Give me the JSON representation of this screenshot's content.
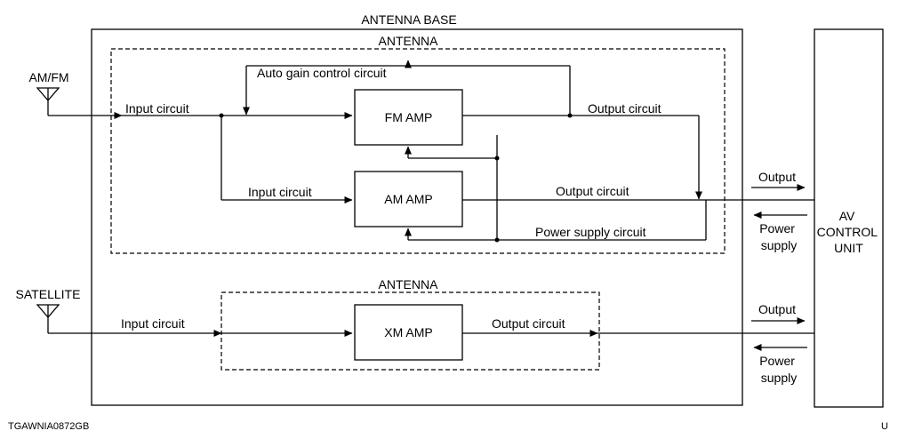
{
  "titles": {
    "antenna_base": "ANTENNA BASE",
    "antenna_top": "ANTENNA",
    "antenna_bottom": "ANTENNA"
  },
  "inputs": {
    "am_fm": "AM/FM",
    "satellite": "SATELLITE"
  },
  "blocks": {
    "fm_amp": "FM AMP",
    "am_amp": "AM AMP",
    "xm_amp": "XM AMP",
    "av_control_unit": [
      "AV",
      "CONTROL",
      "UNIT"
    ]
  },
  "labels": {
    "input_circuit_main": "Input circuit",
    "input_circuit_am": "Input circuit",
    "input_circuit_xm": "Input circuit",
    "auto_gain": "Auto gain control circuit",
    "output_circuit_fm": "Output circuit",
    "output_circuit_am": "Output circuit",
    "output_circuit_xm": "Output circuit",
    "power_supply_circuit": "Power supply circuit",
    "output_top": "Output",
    "output_bottom": "Output",
    "power_supply_top": [
      "Power",
      "supply"
    ],
    "power_supply_bottom": [
      "Power",
      "supply"
    ]
  },
  "footer": {
    "code": "TGAWNIA0872GB",
    "corner": "U"
  }
}
